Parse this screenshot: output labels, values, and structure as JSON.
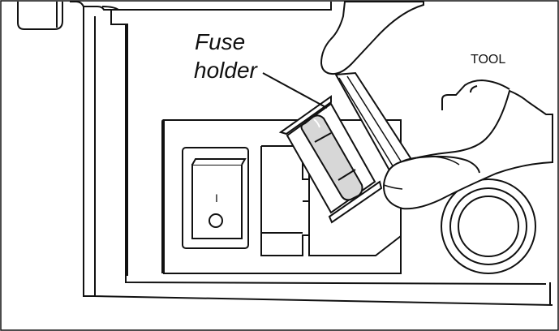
{
  "figure": {
    "labels": {
      "fuse_line1": "Fuse",
      "fuse_line2": "holder",
      "tool": "TOOL"
    },
    "switch_marks": {
      "on": "I",
      "off": "O"
    },
    "colors": {
      "line": "#111111",
      "background": "#ffffff",
      "fuse_glass": "#cfcfcf",
      "fuse_cap": "#e7e7e7",
      "panel": "#ffffff"
    }
  }
}
